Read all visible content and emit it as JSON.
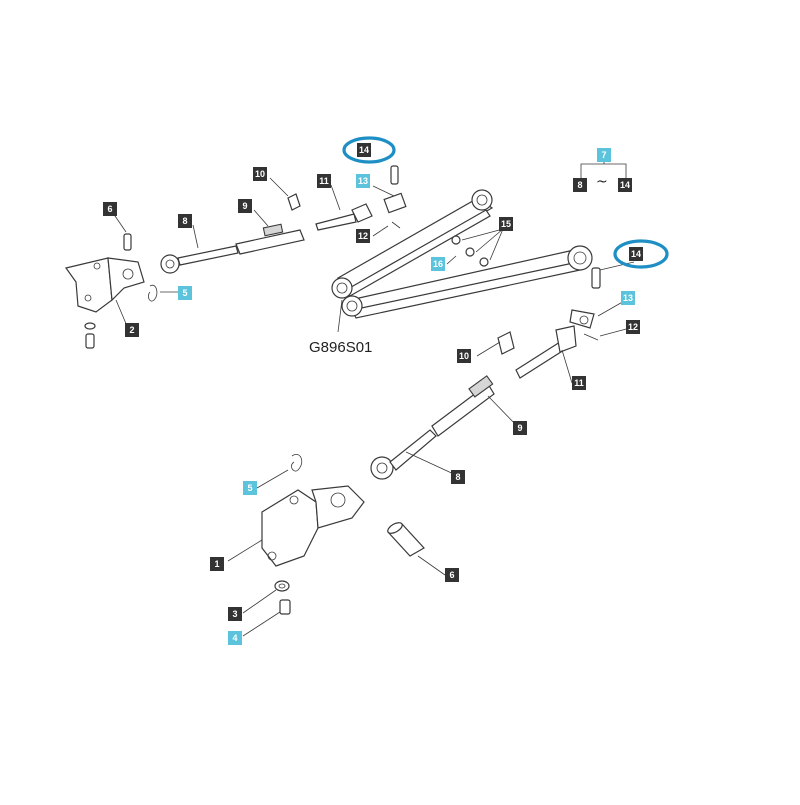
{
  "diagram": {
    "caption": "G896S01",
    "range_note": {
      "group": "7",
      "from": "8",
      "to": "14",
      "symbol": "~"
    },
    "colors": {
      "dark_label": "#333333",
      "cyan_label": "#5bc3dc",
      "highlight": "#1e8fc4",
      "line": "#3a3a3a"
    },
    "labels": {
      "l1": "1",
      "l2": "2",
      "l3": "3",
      "l4": "4",
      "l5a": "5",
      "l5b": "5",
      "l6a": "6",
      "l6b": "6",
      "l8a": "8",
      "l8b": "8",
      "l9a": "9",
      "l9b": "9",
      "l10a": "10",
      "l10b": "10",
      "l11a": "11",
      "l11b": "11",
      "l12a": "12",
      "l12b": "12",
      "l13a": "13",
      "l13b": "13",
      "l14a": "14",
      "l14b": "14",
      "l15": "15",
      "l16": "16"
    }
  }
}
